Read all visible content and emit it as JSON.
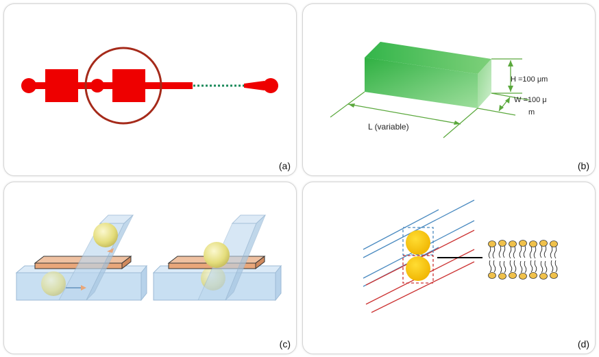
{
  "panels": {
    "a": {
      "label": "(a)"
    },
    "b": {
      "label": "(b)",
      "height_label": "H =100 μm",
      "width_label_line1": "W =100 μ",
      "width_label_line2": "m",
      "length_label": "L (variable)"
    },
    "c": {
      "label": "(c)"
    },
    "d": {
      "label": "(d)"
    }
  },
  "colors": {
    "red": "#ee0000",
    "dark_red_circle": "#a52a1a",
    "green_dots": "#1a8a5a",
    "green_box": "#44bb44",
    "green_dim": "#5aa83c",
    "channel_blue": "#bcd7ee",
    "electrode_orange": "#e9a77a",
    "bubble_yellow": "#e8e390",
    "droplet_yellow": "#ffcc00",
    "line_blue": "#4a8ac0",
    "line_red": "#cc3333"
  }
}
